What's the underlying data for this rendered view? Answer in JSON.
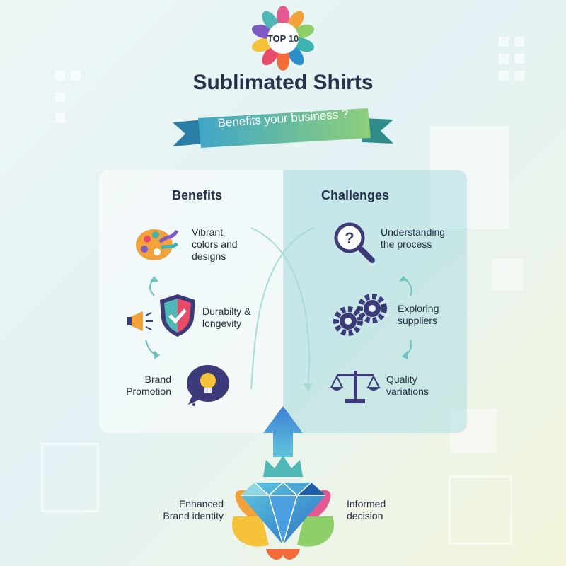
{
  "logo": {
    "label": "TOP 10"
  },
  "title": "Sublimated Shirts",
  "ribbon": "Benefits your business ?",
  "benefits": {
    "heading": "Benefits",
    "items": [
      {
        "line1": "Vibrant",
        "line2": "colors and",
        "line3": "designs",
        "icon": "palette-icon"
      },
      {
        "line1": "Durabilty &",
        "line2": "longevity",
        "icon": "shield-check-icon"
      },
      {
        "line1": "Brand",
        "line2": "Promotion",
        "icon": "lightbulb-icon"
      }
    ]
  },
  "challenges": {
    "heading": "Challenges",
    "items": [
      {
        "line1": "Understanding",
        "line2": "the process",
        "icon": "magnifier-question-icon"
      },
      {
        "line1": "Exploring",
        "line2": "suppliers",
        "icon": "gears-icon"
      },
      {
        "line1": "Quality",
        "line2": "variations",
        "icon": "scale-icon"
      }
    ]
  },
  "outcomes": {
    "left_line1": "Enhanced",
    "left_line2": "Brand identity",
    "right_line1": "Informed",
    "right_line2": "decision",
    "icon": "diamond-crown-icon"
  },
  "colors": {
    "title": "#25324a",
    "ribbon_start": "#3fa5c8",
    "ribbon_end": "#8fd07a",
    "accent_teal": "#4fb7b6",
    "accent_purple": "#3c3a78",
    "arrow_blue": "#4a8fd8"
  }
}
